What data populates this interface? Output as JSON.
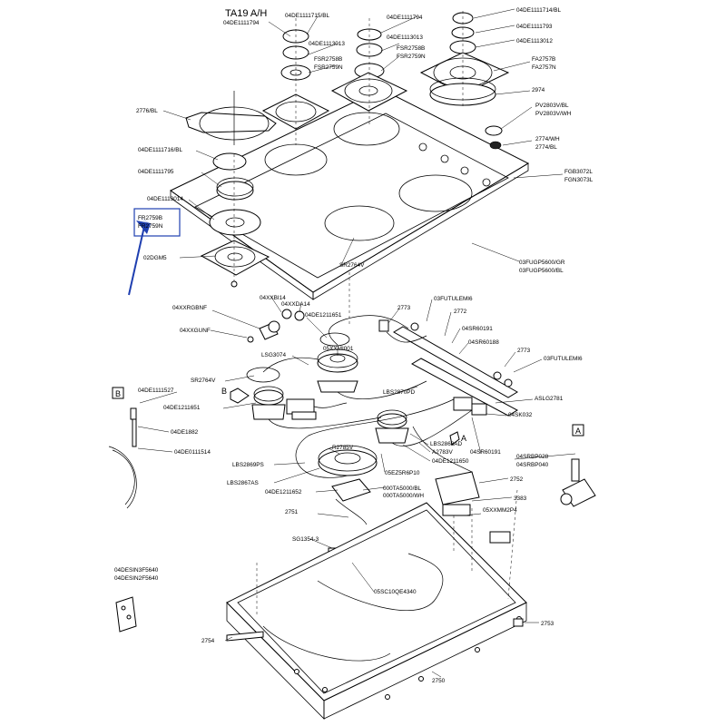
{
  "title": "TA19 A/H",
  "section_markers": {
    "b": "B",
    "a": "A"
  },
  "arrow_marks": {
    "b": "B",
    "a": "A"
  },
  "highlight_color": "#1f3fb0",
  "labels": {
    "p01": "04DE1111714/BL",
    "p02": "04DE1111793",
    "p03": "04DE1113012",
    "p04": "04DE1111715/BL",
    "p05": "04DE1111794",
    "p06": "04DE1111794",
    "p07": "04DE1113013",
    "p08": "04DE1113013",
    "p09": "FSR2758B",
    "p10": "FSR2759N",
    "p11": "FSR2758B",
    "p12": "FSR2759N",
    "p13": "FA2757B",
    "p14": "FA2757N",
    "p15": "2974",
    "p16": "2776/BL",
    "p17": "PV2803V/BL",
    "p18": "PV2803V/WH",
    "p19": "2774/WH",
    "p20": "2774/BL",
    "p21": "04DE1111716/BL",
    "p22": "04DE1111795",
    "p23": "FGB3072L",
    "p24": "FGN3073L",
    "p25": "04DE1113014",
    "p26": "FR2759B",
    "p27": "FR2759N",
    "p28": "02DGM5",
    "p29": "03FUGP5600/GR",
    "p30": "03FUGP5600/BL",
    "p31": "SR2764V",
    "p32": "04XXBI14",
    "p33": "04XXDA14",
    "p34": "04DE1211651",
    "p35": "2773",
    "p36": "03FUTULEMI6",
    "p37": "04XXRGBNF",
    "p38": "2772",
    "p39": "04SR60191",
    "p40": "04XXGUNF",
    "p41": "05XXMI001",
    "p42": "04SR60188",
    "p43": "2773",
    "p44": "LSG3074",
    "p45": "03FUTULEMI6",
    "p46": "SR2764V",
    "p47": "04DE1111527",
    "p48": "LBS2870PD",
    "p49": "ASLG2781",
    "p50": "04DE1211651",
    "p51": "04DE1882",
    "p52": "04SK032",
    "p53": "R2785V",
    "p54": "LBS2868AD",
    "p55": "04DE0111514",
    "p56": "A2783V",
    "p57": "04SR60191",
    "p58": "04SRBP028",
    "p59": "04SRBP040",
    "p60": "LBS2869PS",
    "p61": "04DE1211650",
    "p62": "05EZ5R6P10",
    "p63": "2752",
    "p64": "LBS2867AS",
    "p65": "000TA5000/BL",
    "p66": "000TA5000/WH",
    "p67": "04DE1211652",
    "p68": "3383",
    "p69": "2751",
    "p70": "05XXMM2P4",
    "p71": "SG1354-3",
    "p72": "04DESIN3F5640",
    "p73": "04DESIN2F5640",
    "p74": "05SC10QE4340",
    "p75": "2753",
    "p76": "2754",
    "p77": "2750"
  }
}
